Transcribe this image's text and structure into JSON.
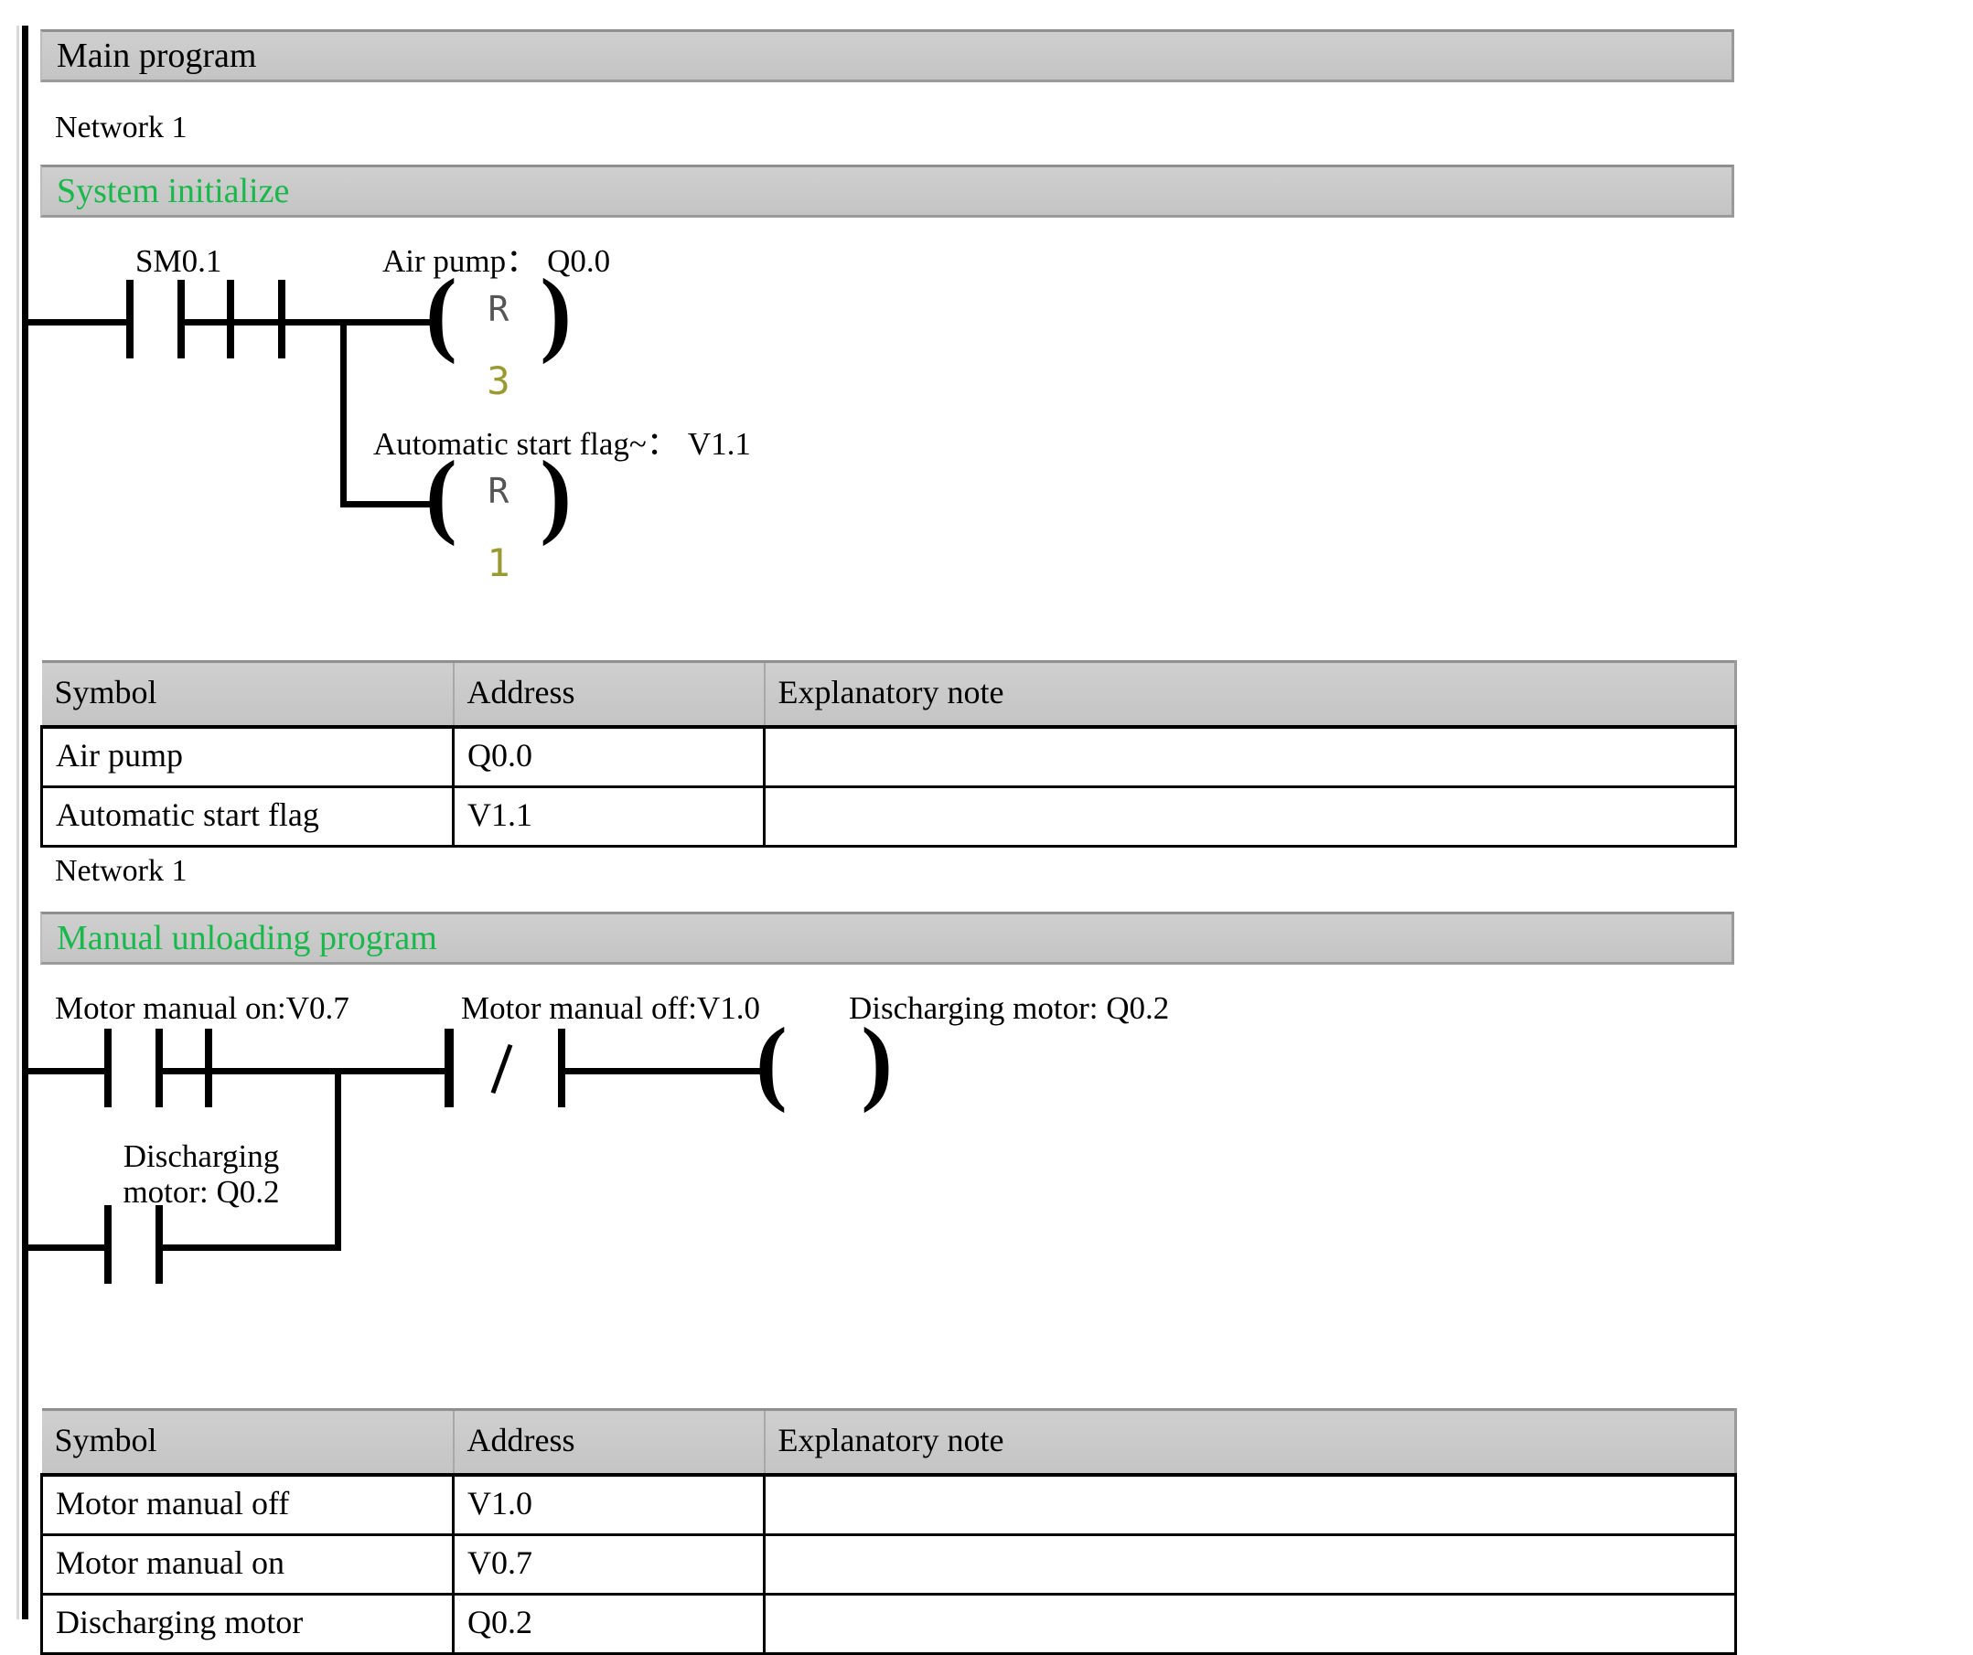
{
  "document": {
    "title_bar": "Main program"
  },
  "networks": [
    {
      "network_label": "Network 1",
      "comment": "System initialize",
      "comment_color": "#18b84a",
      "rungs": [
        {
          "contacts": [
            {
              "label": "SM0.1",
              "type": "normally-open"
            },
            {
              "label": "",
              "type": "normally-open"
            }
          ],
          "coils": [
            {
              "label": "Air pump：",
              "address": "Q0.0",
              "letter": "R",
              "number": "3"
            },
            {
              "label": "Automatic start flag~：",
              "address": "V1.1",
              "letter": "R",
              "number": "1"
            }
          ]
        }
      ],
      "table": {
        "headers": [
          "Symbol",
          "Address",
          "Explanatory note"
        ],
        "rows": [
          {
            "symbol": "Air pump",
            "address": "Q0.0",
            "note": ""
          },
          {
            "symbol": "Automatic start flag",
            "address": "V1.1",
            "note": ""
          }
        ]
      }
    },
    {
      "network_label": "Network 1",
      "comment": "Manual unloading program",
      "comment_color": "#18b84a",
      "rungs": [
        {
          "contacts": [
            {
              "label": "Motor manual on:V0.7",
              "type": "normally-open"
            },
            {
              "label": "Motor manual off:V1.0",
              "type": "normally-closed"
            },
            {
              "label_line1": "Discharging",
              "label_line2": "motor: Q0.2",
              "type": "normally-open"
            }
          ],
          "coils": [
            {
              "label": "Discharging motor: Q0.2",
              "letter": "",
              "number": ""
            }
          ]
        }
      ],
      "table": {
        "headers": [
          "Symbol",
          "Address",
          "Explanatory note"
        ],
        "rows": [
          {
            "symbol": "Motor manual off",
            "address": "V1.0",
            "note": ""
          },
          {
            "symbol": "Motor manual on",
            "address": "V0.7",
            "note": ""
          },
          {
            "symbol": "Discharging motor",
            "address": "Q0.2",
            "note": ""
          }
        ]
      }
    }
  ]
}
